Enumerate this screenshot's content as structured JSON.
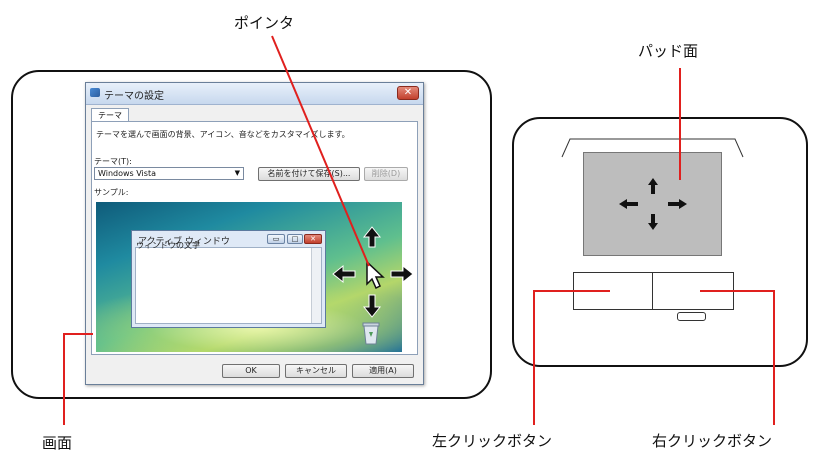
{
  "callouts": {
    "pointer": "ポインタ",
    "screen": "画面",
    "pad_surface": "パッド面",
    "left_click": "左クリックボタン",
    "right_click": "右クリックボタン"
  },
  "dialog": {
    "title": "テーマの設定",
    "close_glyph": "✕",
    "tab": "テーマ",
    "description": "テーマを選んで画面の背景、アイコン、音などをカスタマイズします。",
    "theme_label": "テーマ(T):",
    "theme_value": "Windows Vista",
    "save_as": "名前を付けて保存(S)...",
    "delete": "削除(D)",
    "sample_label": "サンプル:",
    "ok": "OK",
    "cancel": "キャンセル",
    "apply": "適用(A)"
  },
  "sample_window": {
    "title": "アクティブ ウィンドウ",
    "text": "ウィンドウの文字"
  },
  "colors": {
    "callout_line": "#e0201e",
    "pad_surface": "#bdbdbd"
  }
}
